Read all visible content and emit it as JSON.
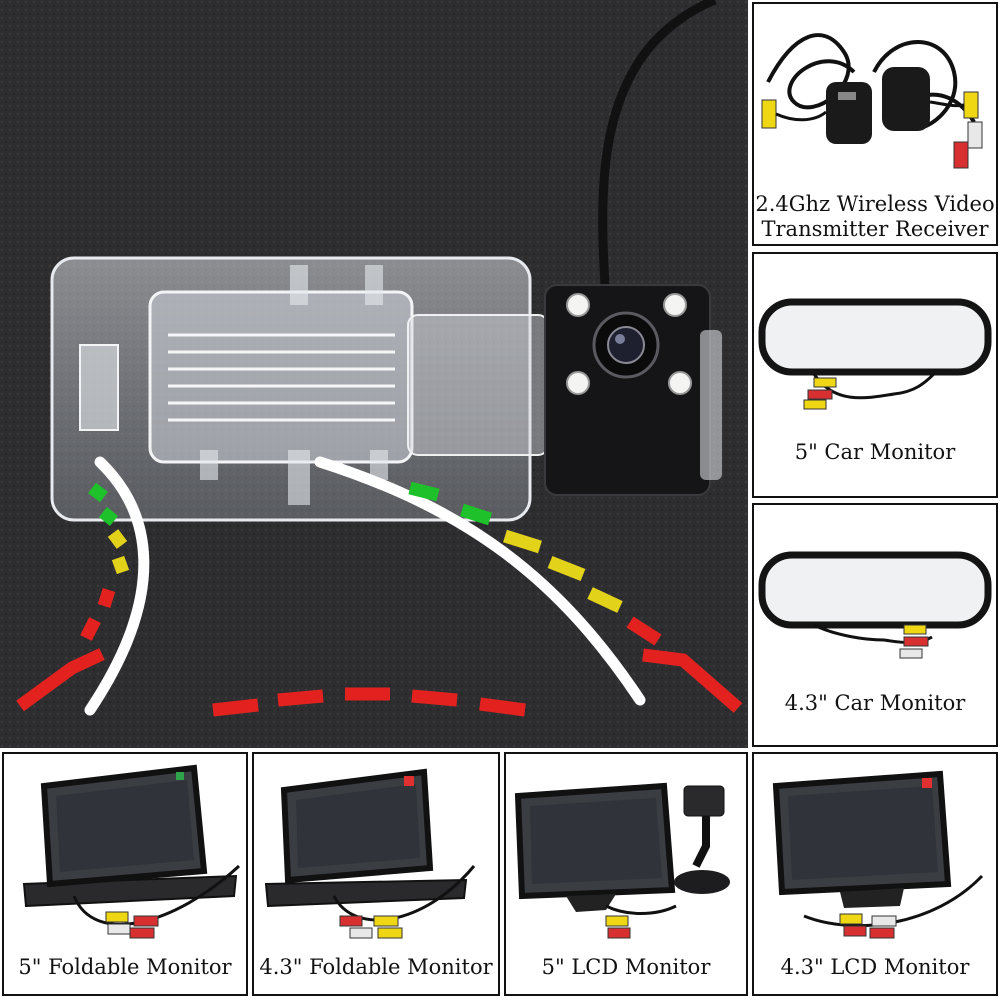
{
  "main_image": {
    "description_icon": "reversing-camera-photo",
    "accent_colors": {
      "green": "#1fc12a",
      "yellow": "#e3d21a",
      "red": "#e3221f",
      "white_guide": "#ffffff"
    }
  },
  "panels": {
    "wireless": {
      "line1": "2.4Ghz Wireless Video",
      "line2": "Transmitter Receiver"
    },
    "car_monitor_5": {
      "label": "5\" Car Monitor"
    },
    "car_monitor_43": {
      "label": "4.3\" Car Monitor"
    },
    "foldable_5": {
      "label": "5\" Foldable Monitor"
    },
    "foldable_43": {
      "label": "4.3\" Foldable Monitor"
    },
    "lcd_5": {
      "label": "5\" LCD Monitor"
    },
    "lcd_43": {
      "label": "4.3\" LCD Monitor"
    }
  }
}
